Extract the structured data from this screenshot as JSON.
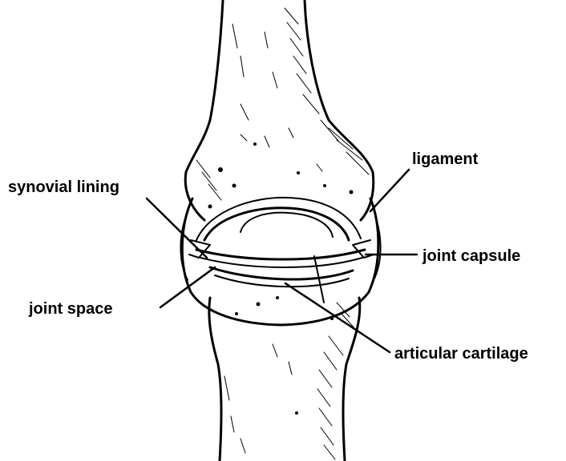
{
  "labels": {
    "ligament": "ligament",
    "synovial_lining": "synovial lining",
    "joint_capsule": "joint capsule",
    "joint_space": "joint space",
    "articular_cartilage": "articular cartilage"
  }
}
